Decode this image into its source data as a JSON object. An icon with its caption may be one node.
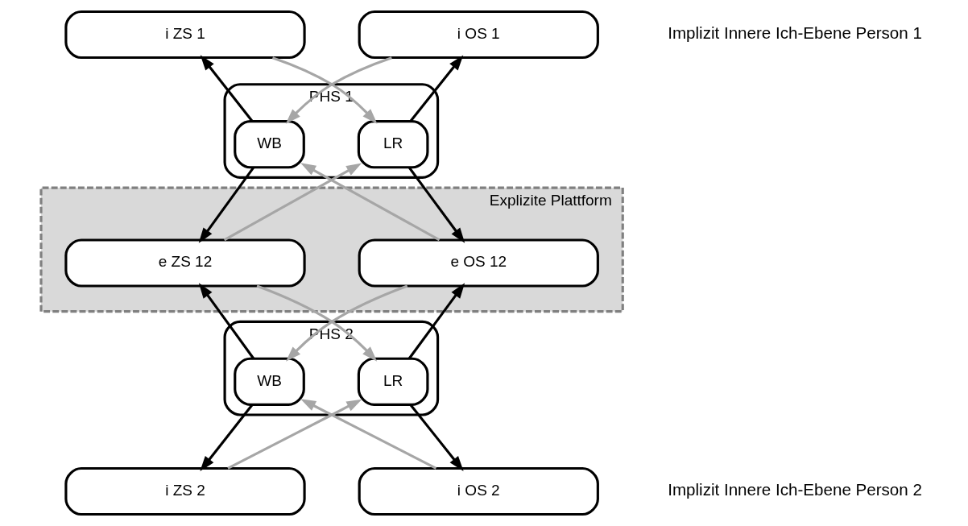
{
  "diagram": {
    "nodes": [
      {
        "text": [
          "i ZS 1"
        ]
      },
      {
        "text": [
          "i OS 1"
        ]
      },
      {
        "text": [
          "PHS 1"
        ]
      },
      {
        "text": [
          "WB"
        ],
        "in": 2
      },
      {
        "text": [
          "LR"
        ],
        "in": 2
      },
      {
        "text": [
          "Explizite Plattform"
        ]
      },
      {
        "text": [
          "e ZS 12"
        ],
        "in": 5
      },
      {
        "text": [
          "e OS 12"
        ],
        "in": 5
      },
      {
        "text": [
          "PHS 2"
        ]
      },
      {
        "text": [
          "WB"
        ],
        "in": 8
      },
      {
        "text": [
          "LR"
        ],
        "in": 8
      },
      {
        "text": [
          "i ZS 2"
        ]
      },
      {
        "text": [
          "i OS 2"
        ]
      }
    ],
    "edges": [
      {
        "from": 3,
        "to": 0,
        "arrow": "to"
      },
      {
        "from": 4,
        "to": 1,
        "arrow": "to"
      },
      {
        "from": 0,
        "to": 4,
        "arrow": "to",
        "color": "#a6a6a6"
      },
      {
        "from": 1,
        "to": 3,
        "arrow": "to",
        "color": "#a6a6a6"
      },
      {
        "from": 3,
        "to": 6,
        "arrow": "to"
      },
      {
        "from": 4,
        "to": 7,
        "arrow": "to"
      },
      {
        "from": 6,
        "to": 4,
        "arrow": "to",
        "color": "#a6a6a6"
      },
      {
        "from": 7,
        "to": 3,
        "arrow": "to",
        "color": "#a6a6a6"
      },
      {
        "from": 6,
        "to": 10,
        "arrow": "to",
        "color": "#a6a6a6"
      },
      {
        "from": 7,
        "to": 9,
        "arrow": "to",
        "color": "#a6a6a6"
      },
      {
        "from": 9,
        "to": 6,
        "arrow": "to"
      },
      {
        "from": 10,
        "to": 7,
        "arrow": "to"
      },
      {
        "from": 9,
        "to": 11,
        "arrow": "to"
      },
      {
        "from": 10,
        "to": 12,
        "arrow": "to"
      },
      {
        "from": 11,
        "to": 10,
        "arrow": "to",
        "color": "#a6a6a6"
      },
      {
        "from": 12,
        "to": 9,
        "arrow": "to",
        "color": "#a6a6a6"
      }
    ],
    "labels": [
      "Implizit Innere Ich-Ebene Person 1",
      "Implizit Innere Ich-Ebene Person 2"
    ]
  }
}
